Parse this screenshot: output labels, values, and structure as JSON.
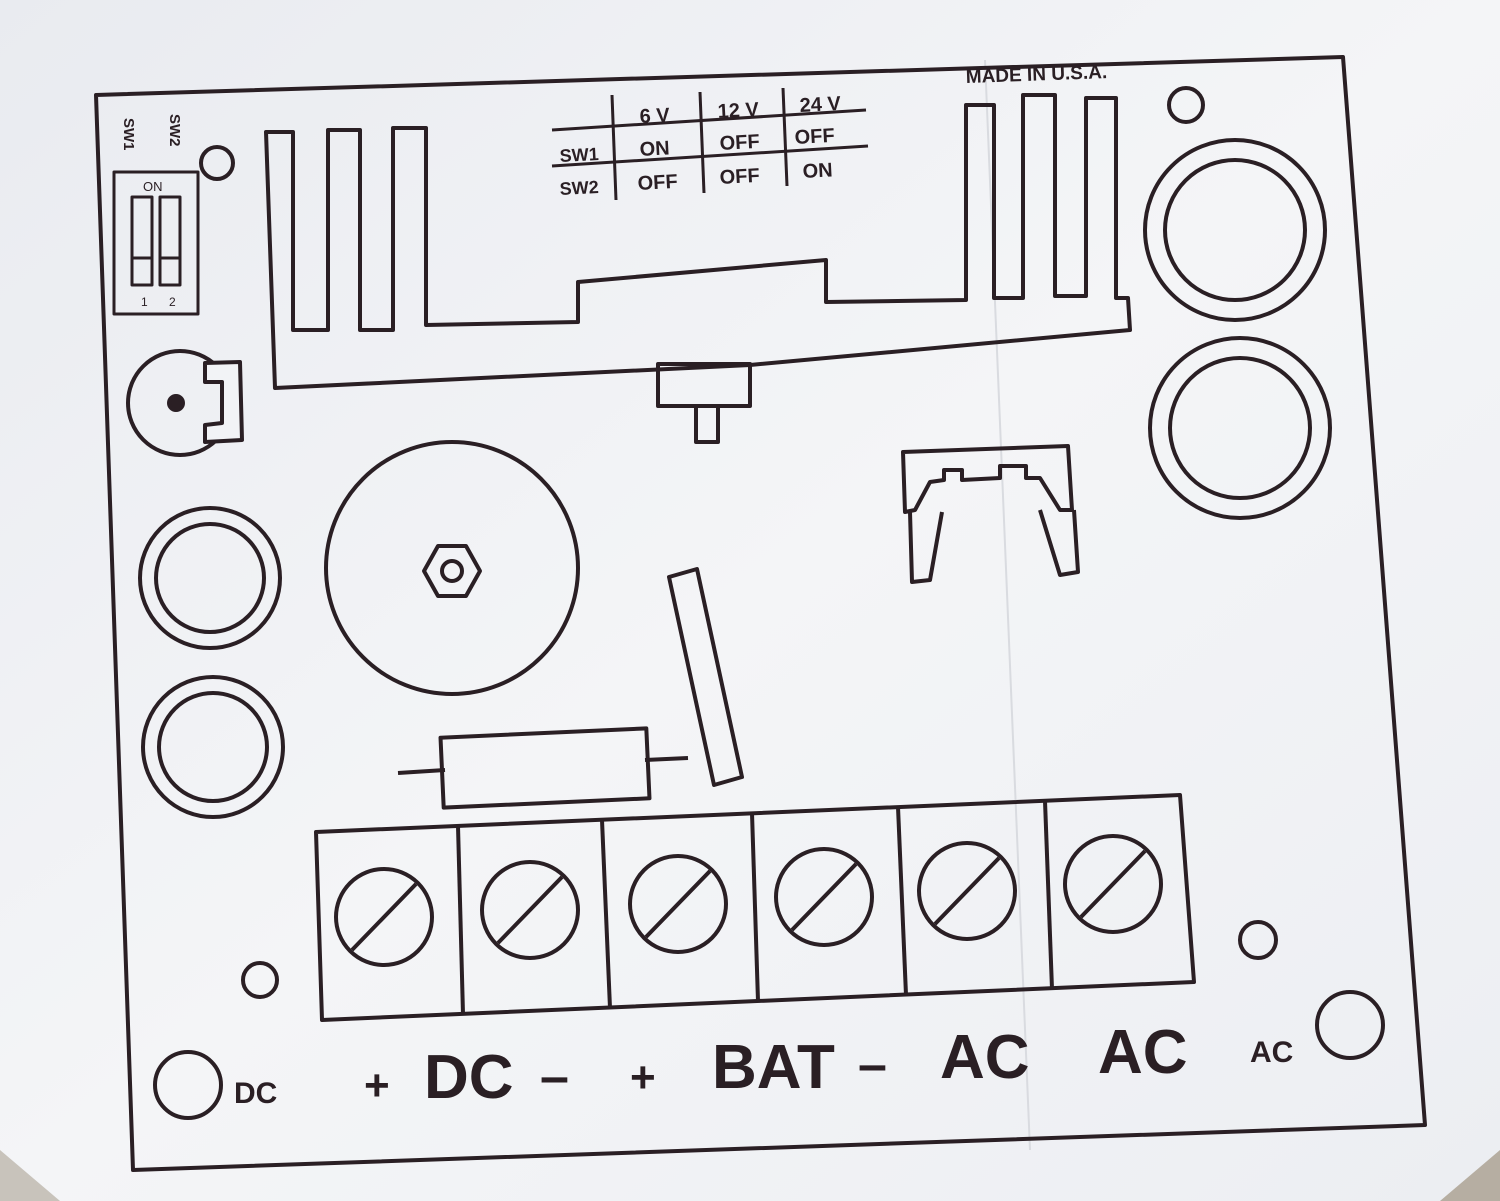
{
  "made_in": "MADE IN U.S.A.",
  "dip_switch": {
    "sw1_label": "SW1",
    "sw2_label": "SW2",
    "on_label": "ON",
    "pos1": "1",
    "pos2": "2"
  },
  "voltage_table": {
    "headers": [
      "6 V",
      "12 V",
      "24 V"
    ],
    "rows": [
      {
        "label": "SW1",
        "values": [
          "ON",
          "OFF",
          "OFF"
        ]
      },
      {
        "label": "SW2",
        "values": [
          "OFF",
          "OFF",
          "ON"
        ]
      }
    ]
  },
  "terminals": {
    "dc_plus": "+",
    "dc": "DC",
    "dc_minus": "–",
    "bat_plus": "+",
    "bat": "BAT",
    "bat_minus": "–",
    "ac1": "AC",
    "ac2": "AC"
  },
  "led_labels": {
    "dc": "DC",
    "ac": "AC"
  },
  "colors": {
    "ink": "#2a1f24",
    "paper": "#f2f3f6",
    "backdrop": "#8a8276"
  }
}
